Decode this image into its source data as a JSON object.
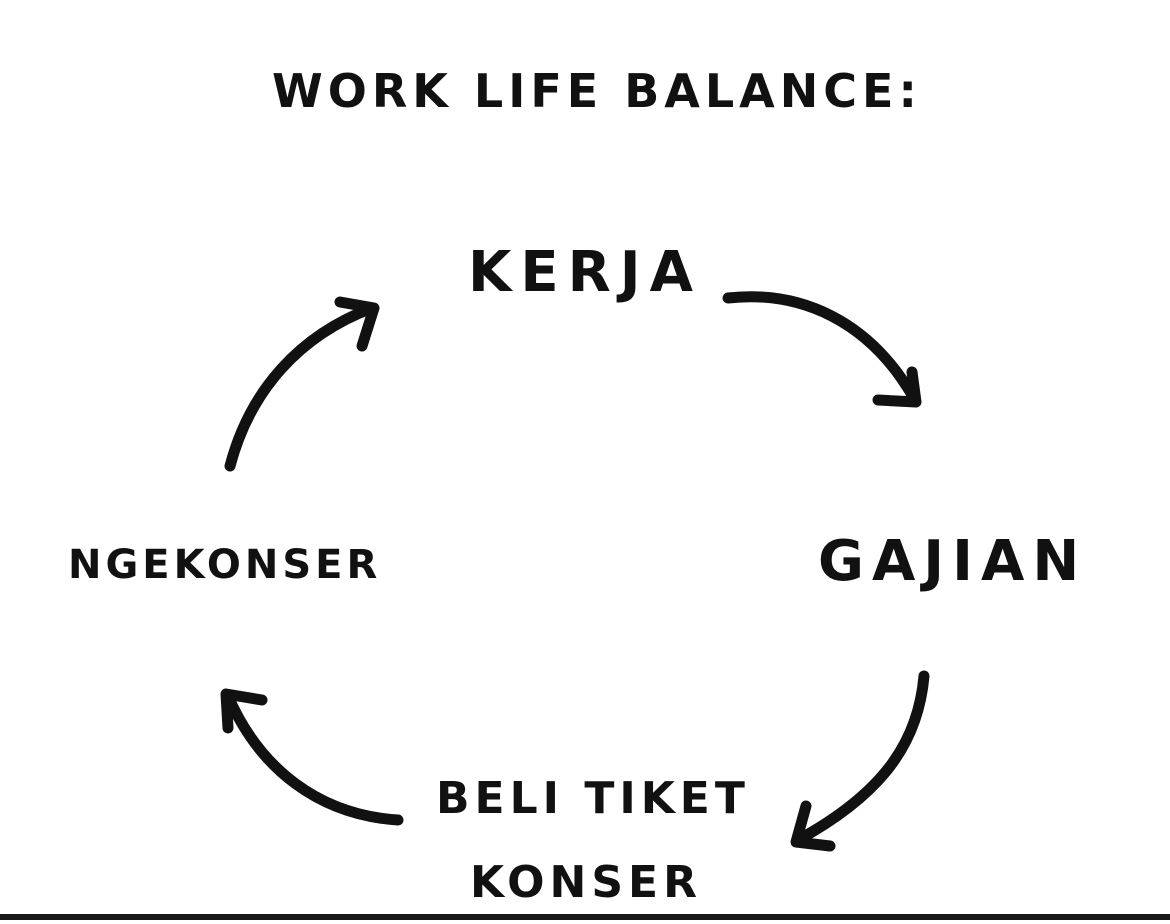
{
  "title": "WORK LIFE BALANCE:",
  "cycle": {
    "nodes": {
      "kerja": "KERJA",
      "gajian": "GAJIAN",
      "beli_tiket_line1": "BELI TIKET",
      "beli_tiket_line2": "KONSER",
      "ngekonser": "NGEKONSER"
    },
    "direction": "clockwise"
  },
  "colors": {
    "background": "#ffffff",
    "ink": "#111111"
  }
}
